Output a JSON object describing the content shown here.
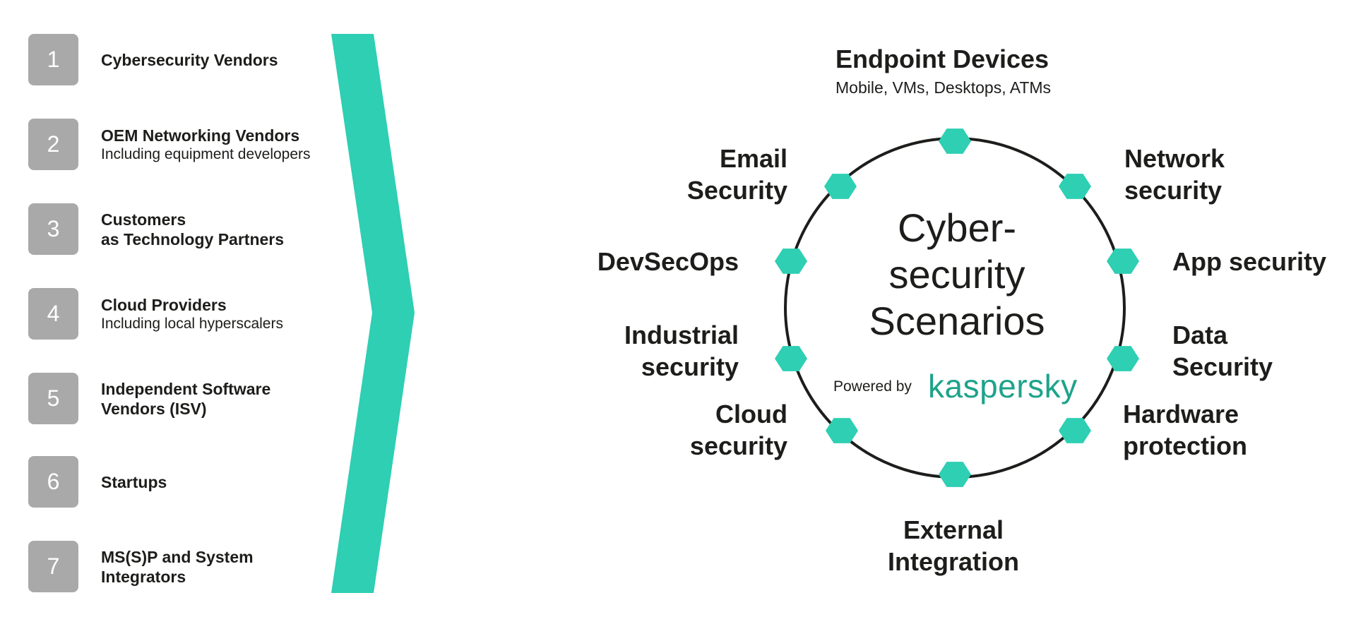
{
  "colors": {
    "accent": "#2ecfb3",
    "badge": "#a9a9a9",
    "text": "#1d1d1b",
    "brand": "#1ea38b",
    "ring": "#1d1d1b"
  },
  "partners": [
    {
      "number": "1",
      "title": "Cybersecurity Vendors",
      "subtitle": ""
    },
    {
      "number": "2",
      "title": "OEM Networking Vendors",
      "subtitle": "Including equipment developers"
    },
    {
      "number": "3",
      "title": "Customers\nas Technology Partners",
      "subtitle": ""
    },
    {
      "number": "4",
      "title": "Cloud Providers",
      "subtitle": "Including local hyperscalers"
    },
    {
      "number": "5",
      "title": "Independent Software\nVendors (ISV)",
      "subtitle": ""
    },
    {
      "number": "6",
      "title": "Startups",
      "subtitle": ""
    },
    {
      "number": "7",
      "title": "MS(S)P and System\nIntegrators",
      "subtitle": ""
    }
  ],
  "diagram": {
    "center_title": "Cyber-\nsecurity\nScenarios",
    "powered_by": "Powered by",
    "brand": "kaspersky",
    "endpoint_title": "Endpoint Devices",
    "endpoint_subtitle": "Mobile, VMs, Desktops, ATMs",
    "scenarios": {
      "email": "Email\nSecurity",
      "network": "Network\nsecurity",
      "devsecops": "DevSecOps",
      "app": "App security",
      "industrial": "Industrial\nsecurity",
      "data": "Data\nSecurity",
      "cloud": "Cloud\nsecurity",
      "hardware": "Hardware\nprotection",
      "external": "External\nIntegration"
    }
  }
}
